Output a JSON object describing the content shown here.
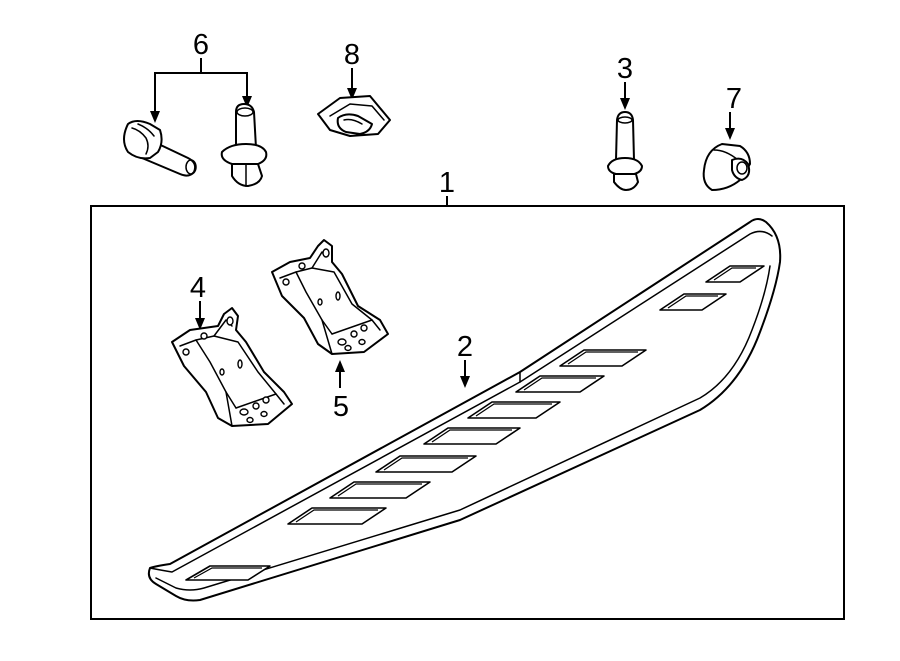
{
  "callouts": {
    "c1": "1",
    "c2": "2",
    "c3": "3",
    "c4": "4",
    "c5": "5",
    "c6": "6",
    "c7": "7",
    "c8": "8"
  },
  "parts": {
    "c1": "assembly-frame",
    "c2": "running-board-step",
    "c3": "stud-bolt",
    "c4": "mounting-bracket",
    "c5": "mounting-bracket",
    "c6": "bolts",
    "c7": "clip-nut",
    "c8": "clip-retainer"
  }
}
